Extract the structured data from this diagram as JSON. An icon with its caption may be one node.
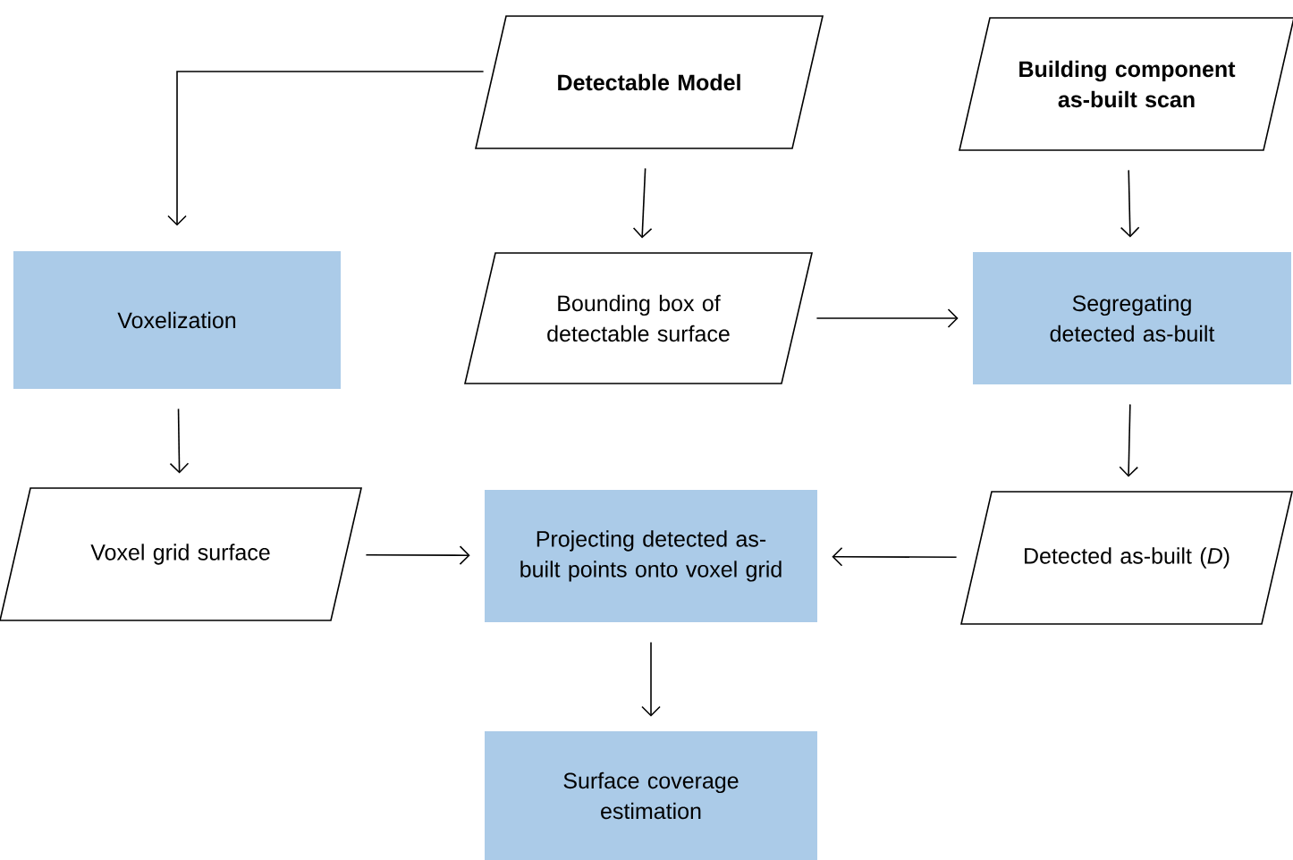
{
  "diagram": {
    "nodes": [
      {
        "text": [
          "Detectable Model"
        ]
      },
      {
        "text": [
          "Building component as-built scan"
        ]
      },
      {
        "text": [
          "Voxelization"
        ]
      },
      {
        "text": [
          "Bounding box of detectable surface"
        ]
      },
      {
        "text": [
          "Segregating detected as-built"
        ]
      },
      {
        "text": [
          "Voxel grid surface"
        ]
      },
      {
        "text": [
          "Projecting detected as-built points onto voxel grid"
        ]
      },
      {
        "text": [
          "Detected as-built (*D*)"
        ]
      },
      {
        "text": [
          "Surface coverage estimation"
        ]
      }
    ],
    "edges": [
      {
        "from": 0,
        "to": 2,
        "arrow": "to"
      },
      {
        "from": 0,
        "to": 3,
        "arrow": "to"
      },
      {
        "from": 1,
        "to": 4,
        "arrow": "to"
      },
      {
        "from": 3,
        "to": 4,
        "arrow": "to"
      },
      {
        "from": 2,
        "to": 5,
        "arrow": "to"
      },
      {
        "from": 4,
        "to": 7,
        "arrow": "to"
      },
      {
        "from": 5,
        "to": 6,
        "arrow": "to"
      },
      {
        "from": 7,
        "to": 6,
        "arrow": "to"
      },
      {
        "from": 6,
        "to": 8,
        "arrow": "to"
      }
    ]
  }
}
